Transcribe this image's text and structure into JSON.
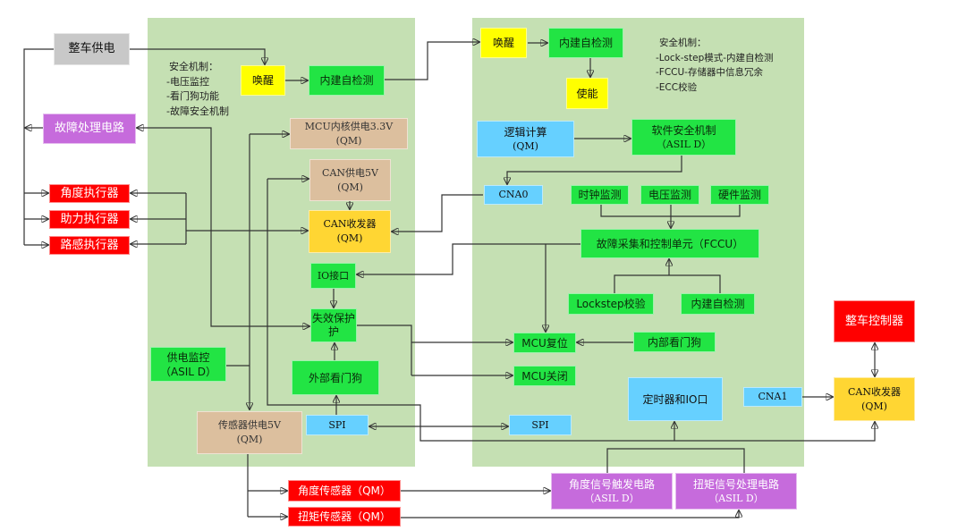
{
  "colors": {
    "panel": "#c5e0b3",
    "green": "#22e444",
    "yellow": "#ffff00",
    "gold": "#ffd633",
    "tan": "#dcbf9e",
    "blue": "#66d0ff",
    "red": "#ff0000",
    "purple": "#c66bdc",
    "gray": "#c8c8c8"
  },
  "left_notes": {
    "title": "安全机制：",
    "items": [
      "-电压监控",
      "-看门狗功能",
      "-故障安全机制"
    ]
  },
  "right_notes": {
    "title": "安全机制：",
    "items": [
      "-Lock-step模式-内建自检测",
      "-FCCU-存储器中信息冗余",
      "-ECC校验"
    ]
  },
  "nodes": {
    "vehicle_power": {
      "line1": "整车供电"
    },
    "fault_handling": {
      "line1": "故障处理电路"
    },
    "angle_actuator": {
      "line1": "角度执行器"
    },
    "assist_actuator": {
      "line1": "助力执行器"
    },
    "feel_actuator": {
      "line1": "路感执行器"
    },
    "wake_left": {
      "line1": "唤醒"
    },
    "bist_left": {
      "line1": "内建自检测"
    },
    "mcu_core_power": {
      "line1": "MCU内核供电3.3V",
      "line2": "(QM)"
    },
    "can_power": {
      "line1": "CAN供电5V",
      "line2": "(QM)"
    },
    "can_transceiver_left": {
      "line1": "CAN收发器",
      "line2": "(QM)"
    },
    "io_interface": {
      "line1": "IO接口"
    },
    "fail_safe": {
      "line1": "失效保护",
      "line2": "护"
    },
    "power_monitor": {
      "line1": "供电监控",
      "line2": "（ASIL D）"
    },
    "external_watchdog": {
      "line1": "外部看门狗"
    },
    "sensor_power": {
      "line1": "传感器供电5V",
      "line2": "(QM)"
    },
    "spi_left": {
      "line1": "SPI"
    },
    "wake_right": {
      "line1": "唤醒"
    },
    "bist_right": {
      "line1": "内建自检测"
    },
    "enable": {
      "line1": "使能"
    },
    "logic_compute": {
      "line1": "逻辑计算",
      "line2": "(QM)"
    },
    "software_safety": {
      "line1": "软件安全机制",
      "line2": "（ASIL D）"
    },
    "cna0": {
      "line1": "CNA0"
    },
    "clock_monitor": {
      "line1": "时钟监测"
    },
    "voltage_monitor": {
      "line1": "电压监测"
    },
    "hardware_monitor": {
      "line1": "硬件监测"
    },
    "fccu": {
      "line1": "故障采集和控制单元（FCCU）"
    },
    "lockstep_check": {
      "line1": "Lockstep校验"
    },
    "bist_fccu": {
      "line1": "内建自检测"
    },
    "mcu_reset": {
      "line1": "MCU复位"
    },
    "internal_watchdog": {
      "line1": "内部看门狗"
    },
    "mcu_shutdown": {
      "line1": "MCU关闭"
    },
    "timer_io": {
      "line1": "定时器和IO口"
    },
    "spi_right": {
      "line1": "SPI"
    },
    "cna1": {
      "line1": "CNA1"
    },
    "vehicle_controller": {
      "line1": "整车控制器"
    },
    "can_transceiver_right": {
      "line1": "CAN收发器",
      "line2": "(QM)"
    },
    "angle_sensor": {
      "line1": "角度传感器（QM）"
    },
    "torque_sensor": {
      "line1": "扭矩传感器（QM）"
    },
    "angle_signal_circuit": {
      "line1": "角度信号触发电路",
      "line2": "（ASIL D）"
    },
    "torque_signal_circuit": {
      "line1": "扭矩信号处理电路",
      "line2": "（ASIL D）"
    }
  }
}
